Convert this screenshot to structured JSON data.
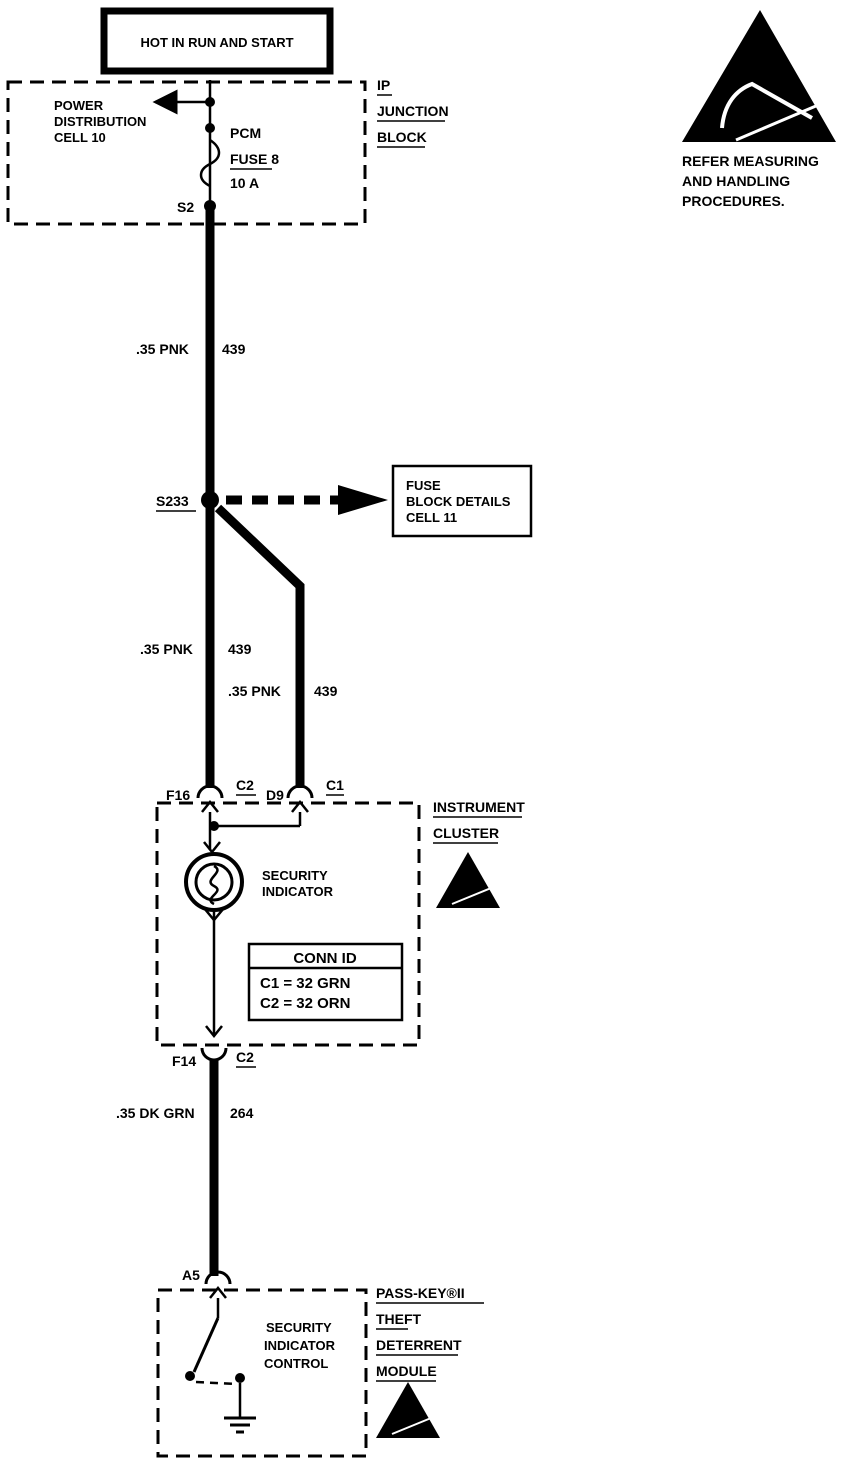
{
  "power_label": "HOT IN RUN AND START",
  "ip_junction_block": {
    "name_lines": [
      "IP",
      "JUNCTION",
      "BLOCK"
    ],
    "power_distribution_lines": [
      "POWER",
      "DISTRIBUTION",
      "CELL 10"
    ],
    "fuse_lines": [
      "PCM",
      "FUSE 8",
      "10 A"
    ],
    "splice": "S2"
  },
  "esd_note_lines": [
    "REFER MEASURING",
    "AND HANDLING",
    "PROCEDURES."
  ],
  "wires": {
    "w1": {
      "size_color": ".35 PNK",
      "circuit": "439"
    },
    "w2": {
      "size_color": ".35 PNK",
      "circuit": "439"
    },
    "w3": {
      "size_color": ".35 PNK",
      "circuit": "439"
    },
    "w4": {
      "size_color": ".35 DK GRN",
      "circuit": "264"
    }
  },
  "splice_s233": "S233",
  "fuse_block_details_lines": [
    "FUSE",
    "BLOCK DETAILS",
    "CELL 11"
  ],
  "instrument_cluster": {
    "name_lines": [
      "INSTRUMENT",
      "CLUSTER"
    ],
    "indicator_lines": [
      "SECURITY",
      "INDICATOR"
    ],
    "pin_f16": "F16",
    "conn_c2_top": "C2",
    "pin_d9": "D9",
    "conn_c1": "C1",
    "pin_f14": "F14",
    "conn_c2_bottom": "C2",
    "conn_id": {
      "title": "CONN ID",
      "rows": [
        "C1 = 32 GRN",
        "C2 = 32 ORN"
      ]
    }
  },
  "theft_module": {
    "name_lines": [
      "PASS-KEY®II",
      "THEFT",
      "DETERRENT",
      "MODULE"
    ],
    "pin_a5": "A5",
    "control_lines": [
      "SECURITY",
      "INDICATOR",
      "CONTROL"
    ]
  }
}
